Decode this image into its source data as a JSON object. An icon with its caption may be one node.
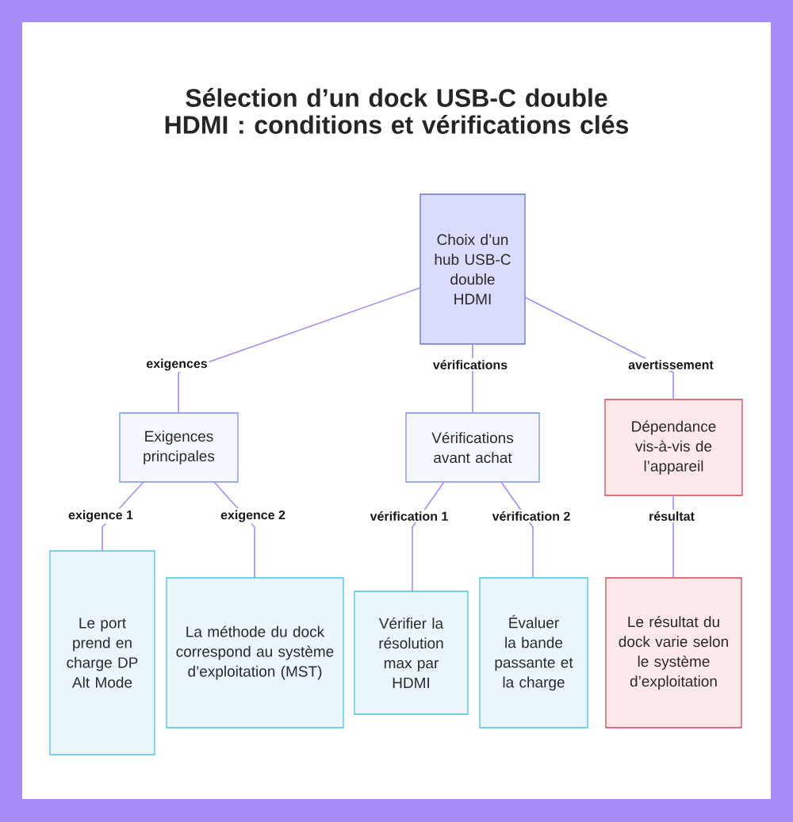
{
  "diagram": {
    "title": "Sélection d’un dock USB-C double HDMI : conditions et vérifications clés",
    "nodes": [
      {
        "text": [
          "Choix d’un hub USB-C double HDMI"
        ]
      },
      {
        "text": [
          "Exigences principales"
        ]
      },
      {
        "text": [
          "Vérifications avant achat"
        ]
      },
      {
        "text": [
          "Dépendance vis-à-vis de l’appareil"
        ]
      },
      {
        "text": [
          "Le port prend en charge DP Alt Mode"
        ]
      },
      {
        "text": [
          "La méthode du dock correspond au système d’exploitation (MST)"
        ]
      },
      {
        "text": [
          "Vérifier la résolution max par HDMI"
        ]
      },
      {
        "text": [
          "Évaluer la bande passante et la charge"
        ]
      },
      {
        "text": [
          "Le résultat du dock varie selon le système d’exploitation"
        ]
      }
    ],
    "edges": [
      {
        "from": 0,
        "to": 1,
        "arrow": "none",
        "label": "exigences"
      },
      {
        "from": 0,
        "to": 2,
        "arrow": "none",
        "label": "vérifications"
      },
      {
        "from": 0,
        "to": 3,
        "arrow": "none",
        "label": "avertissement"
      },
      {
        "from": 1,
        "to": 4,
        "arrow": "none",
        "label": "exigence 1"
      },
      {
        "from": 1,
        "to": 5,
        "arrow": "none",
        "label": "exigence 2"
      },
      {
        "from": 2,
        "to": 6,
        "arrow": "none",
        "label": "vérification 1"
      },
      {
        "from": 2,
        "to": 7,
        "arrow": "none",
        "label": "vérification 2"
      },
      {
        "from": 3,
        "to": 8,
        "arrow": "none",
        "label": "résultat"
      }
    ]
  }
}
